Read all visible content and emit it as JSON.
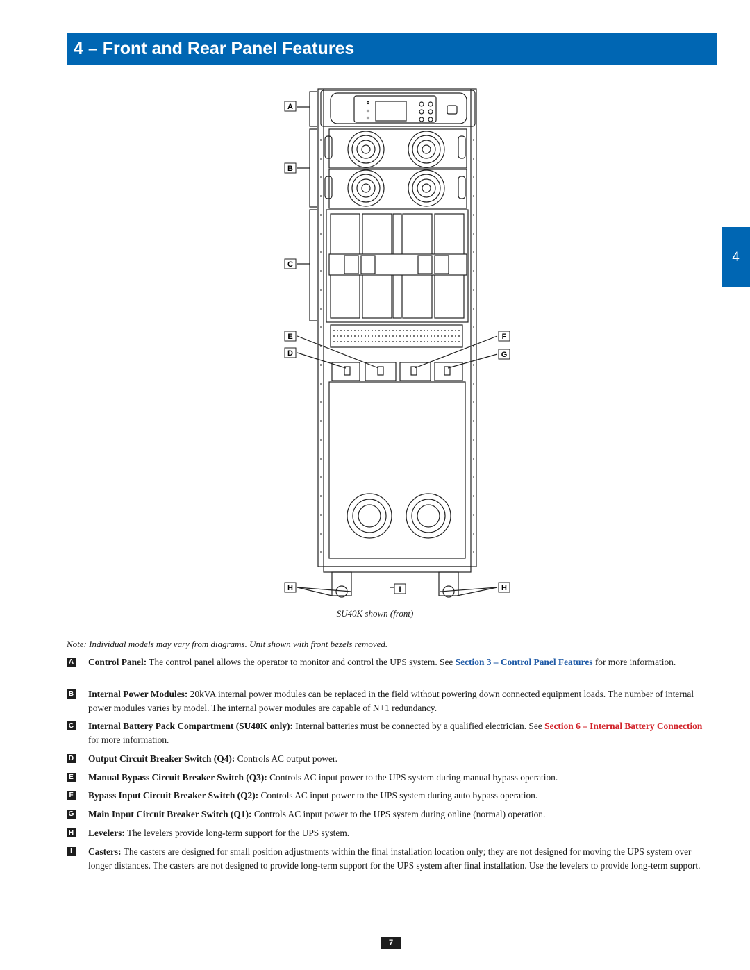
{
  "header": {
    "title": "4 – Front and Rear Panel Features"
  },
  "side_tab": {
    "label": "4"
  },
  "diagram": {
    "labels": {
      "a": "A",
      "b": "B",
      "c": "C",
      "d": "D",
      "e": "E",
      "f": "F",
      "g": "G",
      "h_left": "H",
      "h_right": "H",
      "i": "I"
    }
  },
  "caption": "SU40K shown (front)",
  "note": "Note: Individual models may vary from diagrams. Unit shown with front bezels removed.",
  "items": [
    {
      "key": "A",
      "term": "Control Panel:",
      "text": " The control panel allows the operator to monitor and control the UPS system. See ",
      "link": "Section 3 – Control Panel Features",
      "tail": " for more information."
    },
    {
      "key": "B",
      "term": "Internal Power Modules:",
      "text": " 20kVA internal power modules can be replaced in the field without powering down connected equipment loads. The number of internal power modules varies by model. The internal power modules are capable of N+1 redundancy."
    },
    {
      "key": "C",
      "term": "Internal Battery Pack Compartment (SU40K only):",
      "text": " Internal batteries must be connected by a qualified electrician. See ",
      "link": "Section 6 – Internal Battery Connection",
      "tail": " for more information."
    },
    {
      "key": "D",
      "term": "Output Circuit Breaker Switch (Q4):",
      "text": " Controls AC output power."
    },
    {
      "key": "E",
      "term": "Manual Bypass Circuit Breaker Switch (Q3):",
      "text": " Controls AC input power to the UPS system during manual bypass operation."
    },
    {
      "key": "F",
      "term": "Bypass Input Circuit Breaker Switch (Q2):",
      "text": " Controls AC input power to the UPS system during auto bypass operation."
    },
    {
      "key": "G",
      "term": "Main Input Circuit Breaker Switch (Q1):",
      "text": " Controls AC input power to the UPS system during online (normal) operation."
    },
    {
      "key": "H",
      "term": "Levelers:",
      "text": " The levelers provide long-term support for the UPS system."
    },
    {
      "key": "I",
      "term": "Casters:",
      "text": " The casters are designed for small position adjustments within the final installation location only; they are not designed for moving the UPS system over longer distances. The casters are not designed to provide long-term support for the UPS system after final installation. Use the levelers to provide long-term support."
    }
  ],
  "page_number": "7"
}
